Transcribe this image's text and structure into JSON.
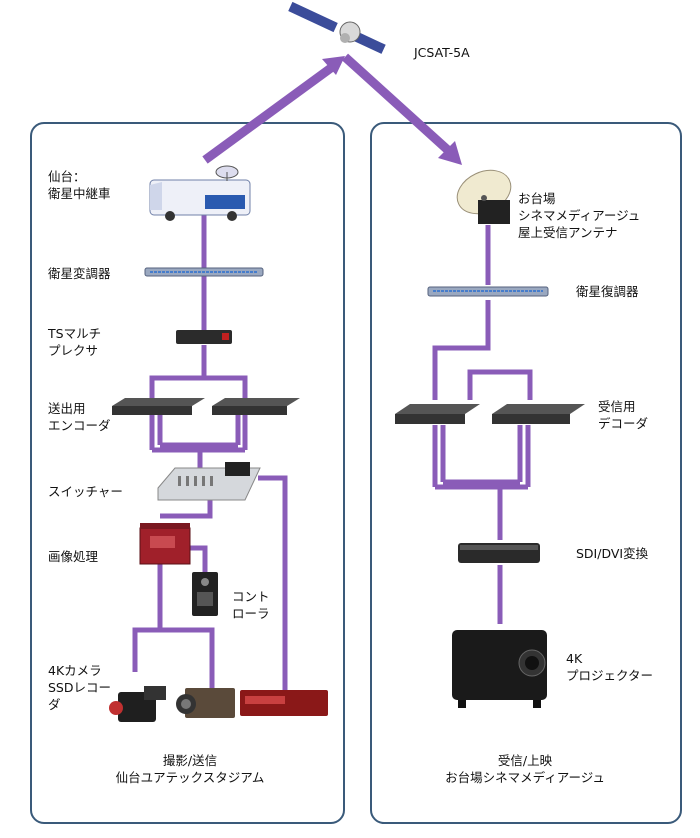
{
  "satellite": {
    "label": "JCSAT-5A"
  },
  "colors": {
    "link": "#8a5cb8",
    "link_light": "#b48fd6",
    "panel_border": "#3a5a7a"
  },
  "left": {
    "relay_truck": "仙台：\n衛星中継車",
    "modulator": "衛星変調器",
    "ts_mux": "TSマルチ\nプレクサ",
    "encoder": "送出用\nエンコーダ",
    "switcher": "スイッチャー",
    "image_proc": "画像処理",
    "controller": "コント\nローラ",
    "camera": "4Kカメラ\nSSDレコー\nダ",
    "footer": "撮影/送信\n仙台ユアテックスタジアム"
  },
  "right": {
    "antenna": "お台場\nシネマメディアージュ\n屋上受信アンテナ",
    "demodulator": "衛星復調器",
    "decoder": "受信用\nデコーダ",
    "converter": "SDI/DVI変換",
    "projector": "4K\nプロジェクター",
    "footer": "受信/上映\nお台場シネマメディアージュ"
  }
}
